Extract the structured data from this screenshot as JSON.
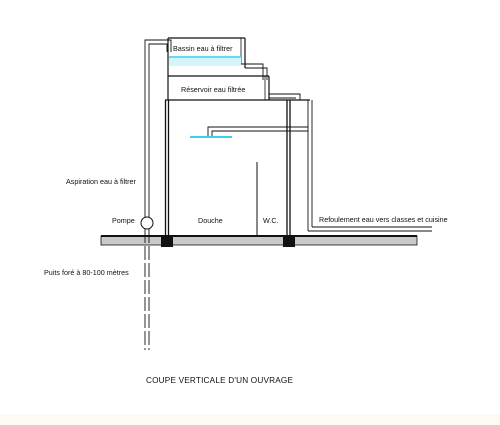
{
  "labels": {
    "bassin": "Bassin eau à filtrer",
    "reservoir": "Réservoir eau filtrée",
    "aspiration": "Aspiration eau à filtrer",
    "pompe": "Pompe",
    "douche": "Douche",
    "wc": "W.C.",
    "refoulement": "Refoulement eau vers classes et cuisine",
    "puits": "Puits foré à 80-100 mètres"
  },
  "caption": "COUPE VERTICALE D'UN OUVRAGE",
  "colors": {
    "line": "#111111",
    "ground": "#c9c9c9",
    "water": "#3fd2f0",
    "basin_water": "#d6f4fb",
    "bottom_band": "#fbfbf3"
  }
}
